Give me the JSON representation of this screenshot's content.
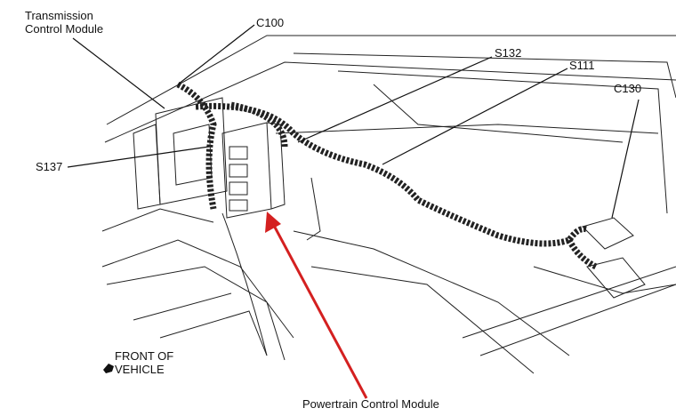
{
  "labels": {
    "tcm": [
      "Transmission",
      "Control Module"
    ],
    "c100": "C100",
    "s132": "S132",
    "s111": "S111",
    "c130": "C130",
    "s137": "S137",
    "front": [
      "FRONT OF",
      "VEHICLE"
    ],
    "pcm": "Powertrain Control Module"
  },
  "colors": {
    "arrow": "#d42020",
    "line": "#222222"
  }
}
